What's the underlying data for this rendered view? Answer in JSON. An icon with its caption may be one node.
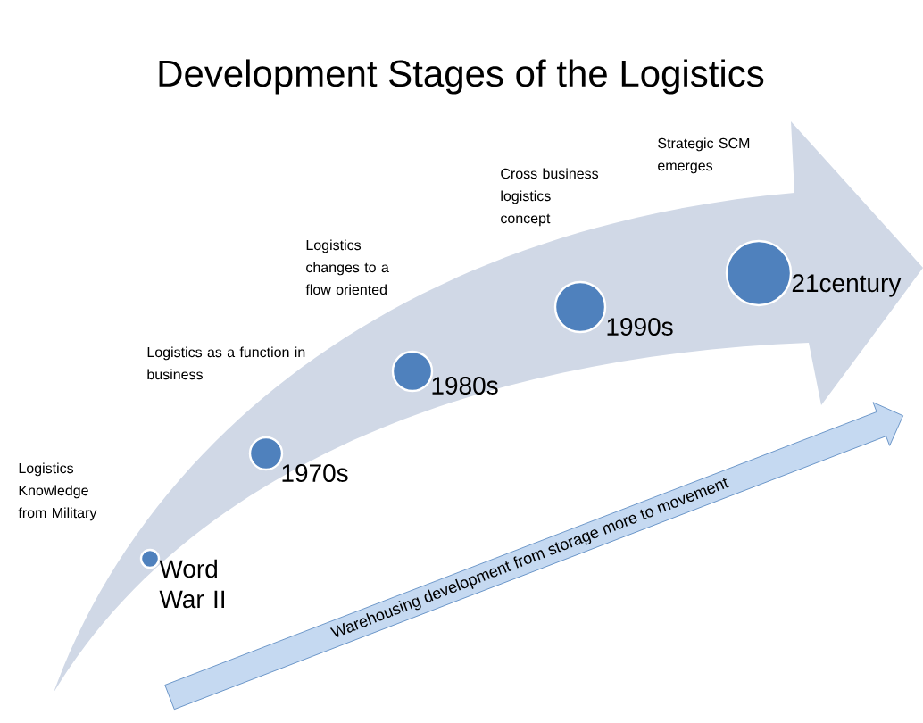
{
  "diagram": {
    "title": "Development Stages of the Logistics",
    "nodes": [
      {
        "text": [],
        "shape": "circle",
        "beside": [
          "Word War II"
        ]
      },
      {
        "text": [],
        "shape": "circle",
        "beside": [
          "1970s"
        ]
      },
      {
        "text": [],
        "shape": "circle",
        "beside": [
          "1980s"
        ]
      },
      {
        "text": [],
        "shape": "circle",
        "beside": [
          "1990s"
        ]
      },
      {
        "text": [],
        "shape": "circle",
        "beside": [
          "21century"
        ]
      },
      {
        "text": [
          "Warehousing development from storage more to movement"
        ]
      }
    ],
    "labels": [
      "Logistics Knowledge from Military",
      "Logistics as a function in business",
      "Logistics changes to a flow oriented",
      "Cross business logistics concept",
      "Strategic SCM emerges"
    ]
  }
}
